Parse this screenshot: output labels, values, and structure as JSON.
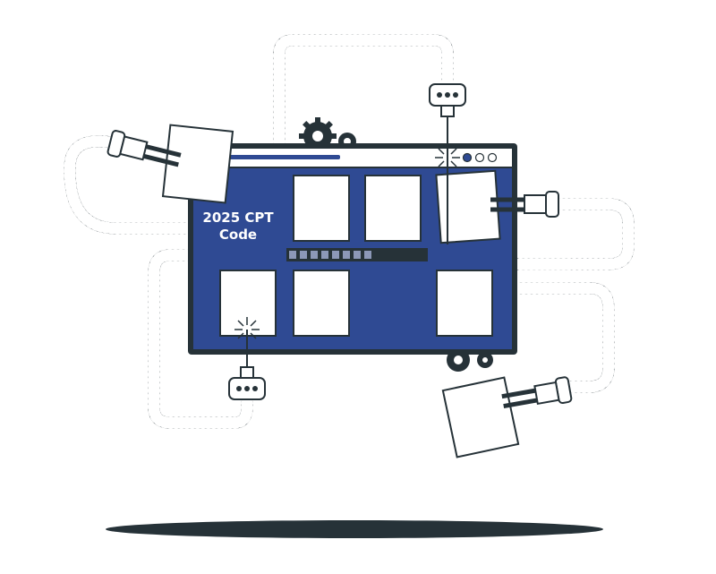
{
  "illustration": {
    "caption_line1": "2025 CPT",
    "caption_line2": "Code",
    "loading_progress": 0.62,
    "colors": {
      "screen_blue": "#2F4A93",
      "outline": "#263238",
      "paper": "#ffffff",
      "shadow": "#263238"
    },
    "icons": [
      "plug-icon",
      "usb-connector-icon",
      "gear-icon",
      "spark-icon",
      "cable-icon",
      "paper-sheet-icon"
    ]
  }
}
